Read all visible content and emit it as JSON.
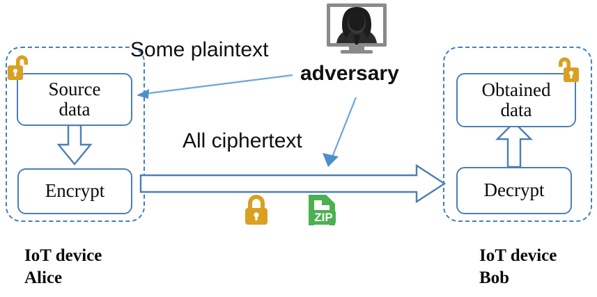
{
  "diagram": {
    "title": "IoT secure communication between Alice and Bob with an adversary",
    "colors": {
      "device_border": "#3f7fc1",
      "box_border": "#4a7fb5",
      "block_arrow_stroke": "#4a7fb5",
      "thin_arrow": "#6fa8dc",
      "lock_gold": "#d9a022",
      "lock_gold_dark": "#c28a16",
      "zip_green": "#4cb050",
      "adversary_dark": "#2b2b2b",
      "adversary_frame": "#8a8a8a",
      "text": "#101010"
    },
    "devices": [
      {
        "id": "alice",
        "caption": "IoT device\nAlice",
        "lock_icon": "unlocked-padlock-icon",
        "nodes": [
          {
            "id": "source-data",
            "label": "Source\ndata"
          },
          {
            "id": "encrypt",
            "label": "Encrypt"
          }
        ]
      },
      {
        "id": "bob",
        "caption": "IoT device\nBob",
        "lock_icon": "unlocked-padlock-icon",
        "nodes": [
          {
            "id": "obtained-data",
            "label": "Obtained\ndata"
          },
          {
            "id": "decrypt",
            "label": "Decrypt"
          }
        ]
      }
    ],
    "labels": {
      "plaintext": "Some plaintext",
      "ciphertext": "All ciphertext",
      "adversary": "adversary"
    },
    "channel_icons": [
      {
        "id": "locked-padlock",
        "name": "locked-padlock-icon"
      },
      {
        "id": "zip-file",
        "name": "zip-file-icon",
        "text": "ZIP"
      }
    ],
    "adversary": {
      "icon": "hooded-figure-monitor-icon",
      "label": "adversary"
    },
    "arrows": [
      {
        "id": "source-to-encrypt",
        "style": "hollow-block",
        "direction": "down"
      },
      {
        "id": "encrypt-to-decrypt",
        "style": "hollow-block",
        "direction": "right"
      },
      {
        "id": "decrypt-to-obtained",
        "style": "hollow-block",
        "direction": "up"
      },
      {
        "id": "adversary-to-source",
        "style": "thin-line",
        "direction": "left"
      },
      {
        "id": "adversary-to-channel",
        "style": "thin-line",
        "direction": "down-left"
      }
    ]
  }
}
